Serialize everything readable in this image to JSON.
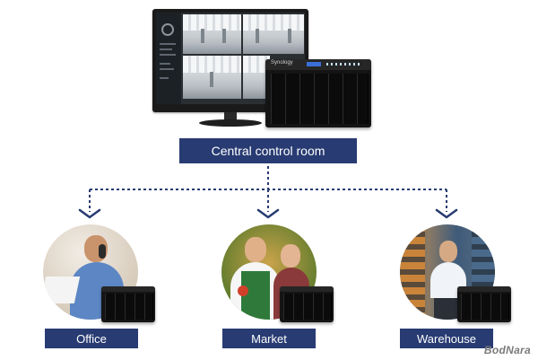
{
  "nodes": {
    "central": {
      "label": "Central control room"
    },
    "office": {
      "label": "Office"
    },
    "market": {
      "label": "Market"
    },
    "warehouse": {
      "label": "Warehouse"
    }
  },
  "device": {
    "brand": "Synology"
  },
  "watermark": "BodNara",
  "colors": {
    "label_bg": "#283b72",
    "connector": "#283b72"
  }
}
